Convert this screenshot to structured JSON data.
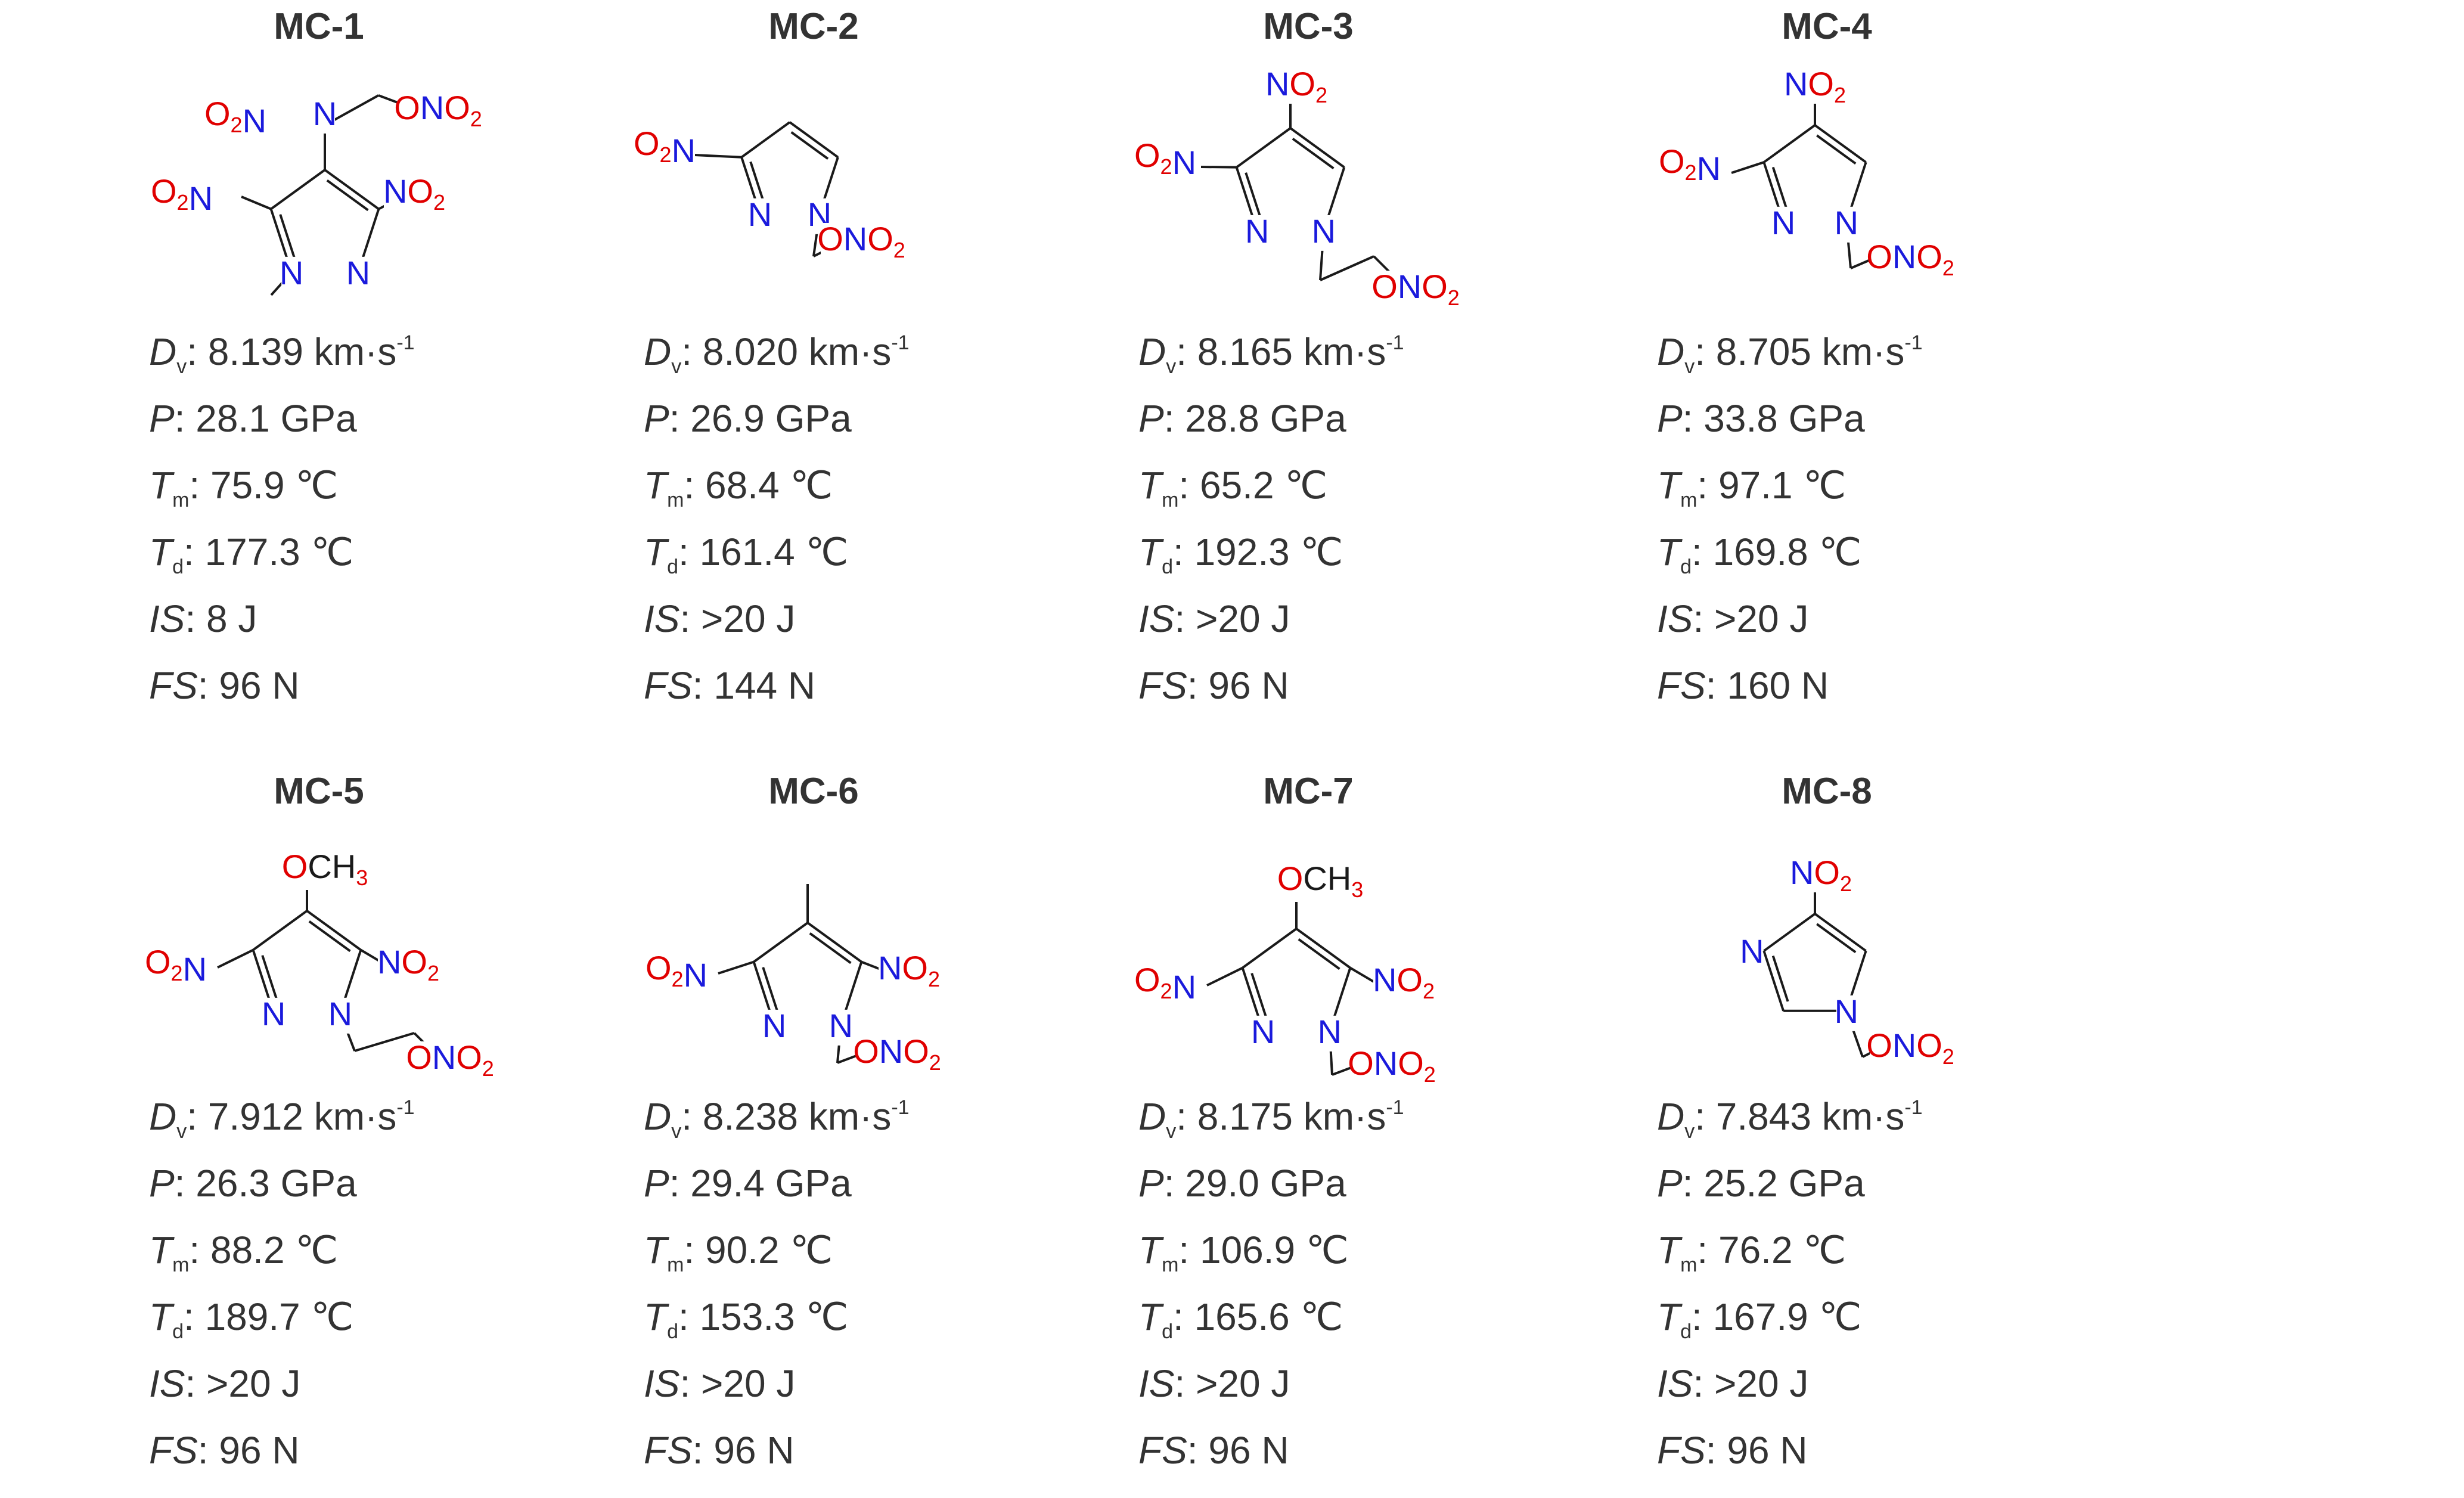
{
  "colors": {
    "text": "#333333",
    "bond": "#1a1a1a",
    "nitrogen": "#1a1adc",
    "oxygen": "#e00000"
  },
  "property_units": {
    "detonation_velocity": "km·s",
    "velocity_exponent": "-1"
  },
  "compounds": [
    {
      "label": "MC-1",
      "atoms": {
        "no2_amine": "O2N",
        "n_amine": "N",
        "ono2": "ONO2",
        "no2_left": "O2N",
        "no2_right": "NO2",
        "n1": "N",
        "n2": "N"
      },
      "properties": {
        "dv_symbol": "D",
        "dv_sub": "v",
        "dv_value": ": 8.139 km·s",
        "dv_sup": "-1",
        "p_symbol": "P",
        "p_value": ": 28.1 GPa",
        "tm_symbol": "T",
        "tm_sub": "m",
        "tm_value": ": 75.9 ℃",
        "td_symbol": "T",
        "td_sub": "d",
        "td_value": ": 177.3 ℃",
        "is_symbol": "IS",
        "is_value": ": 8 J",
        "fs_symbol": "FS",
        "fs_value": ": 96 N"
      }
    },
    {
      "label": "MC-2",
      "atoms": {
        "no2_left": "O2N",
        "n1": "N",
        "n2": "N",
        "ono2": "ONO2"
      },
      "properties": {
        "dv_symbol": "D",
        "dv_sub": "v",
        "dv_value": ": 8.020 km·s",
        "dv_sup": "-1",
        "p_symbol": "P",
        "p_value": ": 26.9 GPa",
        "tm_symbol": "T",
        "tm_sub": "m",
        "tm_value": ": 68.4 ℃",
        "td_symbol": "T",
        "td_sub": "d",
        "td_value": ": 161.4 ℃",
        "is_symbol": "IS",
        "is_value": ": >20 J",
        "fs_symbol": "FS",
        "fs_value": ": 144 N"
      }
    },
    {
      "label": "MC-3",
      "atoms": {
        "no2_top": "NO2",
        "no2_left": "O2N",
        "n1": "N",
        "n2": "N",
        "ono2": "ONO2"
      },
      "properties": {
        "dv_symbol": "D",
        "dv_sub": "v",
        "dv_value": ": 8.165 km·s",
        "dv_sup": "-1",
        "p_symbol": "P",
        "p_value": ": 28.8 GPa",
        "tm_symbol": "T",
        "tm_sub": "m",
        "tm_value": ": 65.2 ℃",
        "td_symbol": "T",
        "td_sub": "d",
        "td_value": ": 192.3 ℃",
        "is_symbol": "IS",
        "is_value": ": >20 J",
        "fs_symbol": "FS",
        "fs_value": ": 96 N"
      }
    },
    {
      "label": "MC-4",
      "atoms": {
        "no2_top": "NO2",
        "no2_left": "O2N",
        "n1": "N",
        "n2": "N",
        "ono2": "ONO2"
      },
      "properties": {
        "dv_symbol": "D",
        "dv_sub": "v",
        "dv_value": ": 8.705 km·s",
        "dv_sup": "-1",
        "p_symbol": "P",
        "p_value": ": 33.8 GPa",
        "tm_symbol": "T",
        "tm_sub": "m",
        "tm_value": ": 97.1 ℃",
        "td_symbol": "T",
        "td_sub": "d",
        "td_value": ": 169.8 ℃",
        "is_symbol": "IS",
        "is_value": ": >20 J",
        "fs_symbol": "FS",
        "fs_value": ": 160 N"
      }
    },
    {
      "label": "MC-5",
      "atoms": {
        "och3": "OCH3",
        "no2_left": "O2N",
        "no2_right": "NO2",
        "n1": "N",
        "n2": "N",
        "ono2": "ONO2"
      },
      "properties": {
        "dv_symbol": "D",
        "dv_sub": "v",
        "dv_value": ": 7.912 km·s",
        "dv_sup": "-1",
        "p_symbol": "P",
        "p_value": ": 26.3 GPa",
        "tm_symbol": "T",
        "tm_sub": "m",
        "tm_value": ": 88.2 ℃",
        "td_symbol": "T",
        "td_sub": "d",
        "td_value": ": 189.7 ℃",
        "is_symbol": "IS",
        "is_value": ": >20 J",
        "fs_symbol": "FS",
        "fs_value": ": 96 N"
      }
    },
    {
      "label": "MC-6",
      "atoms": {
        "no2_left": "O2N",
        "no2_right": "NO2",
        "n1": "N",
        "n2": "N",
        "ono2": "ONO2"
      },
      "properties": {
        "dv_symbol": "D",
        "dv_sub": "v",
        "dv_value": ": 8.238 km·s",
        "dv_sup": "-1",
        "p_symbol": "P",
        "p_value": ": 29.4 GPa",
        "tm_symbol": "T",
        "tm_sub": "m",
        "tm_value": ": 90.2 ℃",
        "td_symbol": "T",
        "td_sub": "d",
        "td_value": ": 153.3 ℃",
        "is_symbol": "IS",
        "is_value": ": >20 J",
        "fs_symbol": "FS",
        "fs_value": ": 96 N"
      }
    },
    {
      "label": "MC-7",
      "atoms": {
        "och3": "OCH3",
        "no2_left": "O2N",
        "no2_right": "NO2",
        "n1": "N",
        "n2": "N",
        "ono2": "ONO2"
      },
      "properties": {
        "dv_symbol": "D",
        "dv_sub": "v",
        "dv_value": ": 8.175 km·s",
        "dv_sup": "-1",
        "p_symbol": "P",
        "p_value": ": 29.0 GPa",
        "tm_symbol": "T",
        "tm_sub": "m",
        "tm_value": ": 106.9 ℃",
        "td_symbol": "T",
        "td_sub": "d",
        "td_value": ": 165.6 ℃",
        "is_symbol": "IS",
        "is_value": ": >20 J",
        "fs_symbol": "FS",
        "fs_value": ": 96 N"
      }
    },
    {
      "label": "MC-8",
      "atoms": {
        "no2_top": "NO2",
        "n3": "N",
        "n1": "N",
        "ono2": "ONO2"
      },
      "properties": {
        "dv_symbol": "D",
        "dv_sub": "v",
        "dv_value": ": 7.843 km·s",
        "dv_sup": "-1",
        "p_symbol": "P",
        "p_value": ": 25.2 GPa",
        "tm_symbol": "T",
        "tm_sub": "m",
        "tm_value": ": 76.2 ℃",
        "td_symbol": "T",
        "td_sub": "d",
        "td_value": ": 167.9 ℃",
        "is_symbol": "IS",
        "is_value": ": >20 J",
        "fs_symbol": "FS",
        "fs_value": ": 96 N"
      }
    }
  ]
}
